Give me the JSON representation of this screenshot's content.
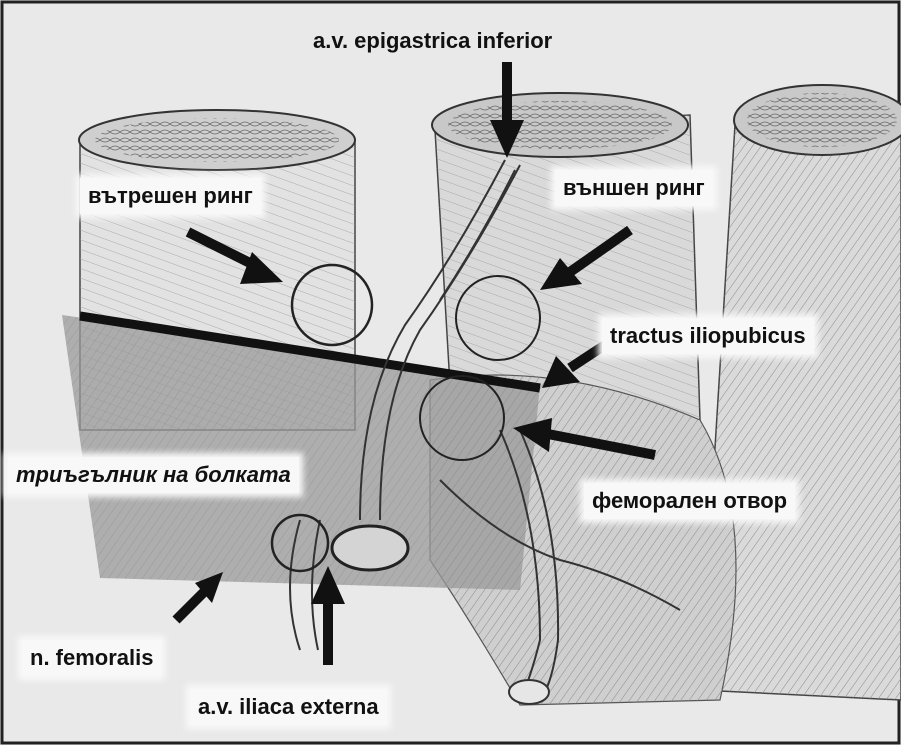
{
  "labels": {
    "epigastrica": "a.v. epigastrica inferior",
    "internal_ring": "вътрешен ринг",
    "external_ring": "външен ринг",
    "tractus": "tractus iliopubicus",
    "triangle": "триъгълник на болката",
    "femoral_opening": "феморален отвор",
    "femoralis": "n. femoralis",
    "iliaca": "a.v. iliaca externa"
  },
  "colors": {
    "background": "#e9e9e9",
    "sketch_line": "#3a3a3a",
    "arrow": "#111111",
    "shaded_panel": "#9a9a9a"
  }
}
